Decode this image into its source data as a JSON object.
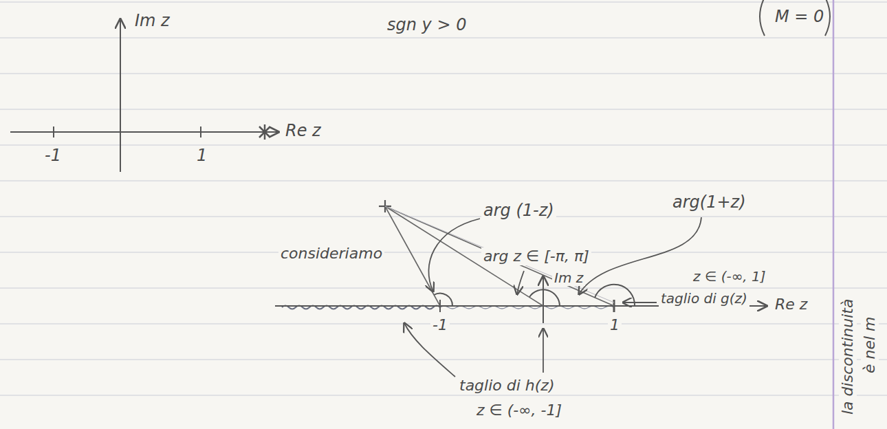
{
  "diagram": {
    "labels": [
      "Im z",
      "sgn y > 0",
      "M = 0",
      "-1",
      "1",
      "Re z",
      "arg (1-z)",
      "arg(1+z)",
      "consideriamo",
      "arg z ∈ [-π, π]",
      "Im z",
      "z ∈ (-∞, 1]",
      "taglio di g(z)",
      "Re z",
      "-1",
      "1",
      "taglio di h(z)",
      "z ∈ (-∞, -1]",
      "la discontinuità",
      "è nel m"
    ]
  }
}
